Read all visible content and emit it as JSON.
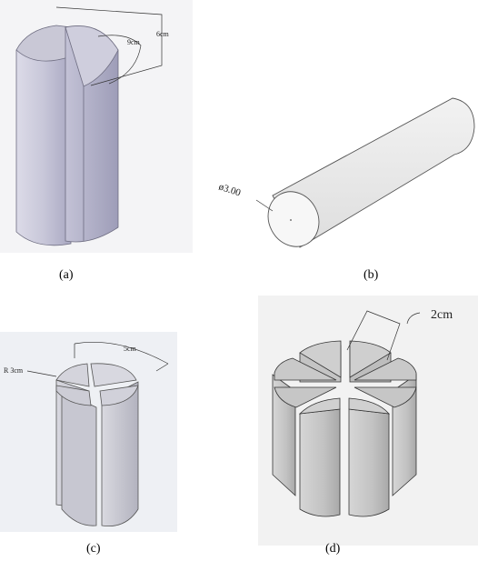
{
  "figures": [
    {
      "id": "a",
      "caption": "(a)",
      "dims": [
        "6cm",
        "9cm"
      ]
    },
    {
      "id": "b",
      "caption": "(b)",
      "dims": [
        "ø3.00"
      ]
    },
    {
      "id": "c",
      "caption": "(c)",
      "dims": [
        "5cm",
        "R 3cm"
      ]
    },
    {
      "id": "d",
      "caption": "(d)",
      "dims": [
        "2cm"
      ]
    }
  ]
}
